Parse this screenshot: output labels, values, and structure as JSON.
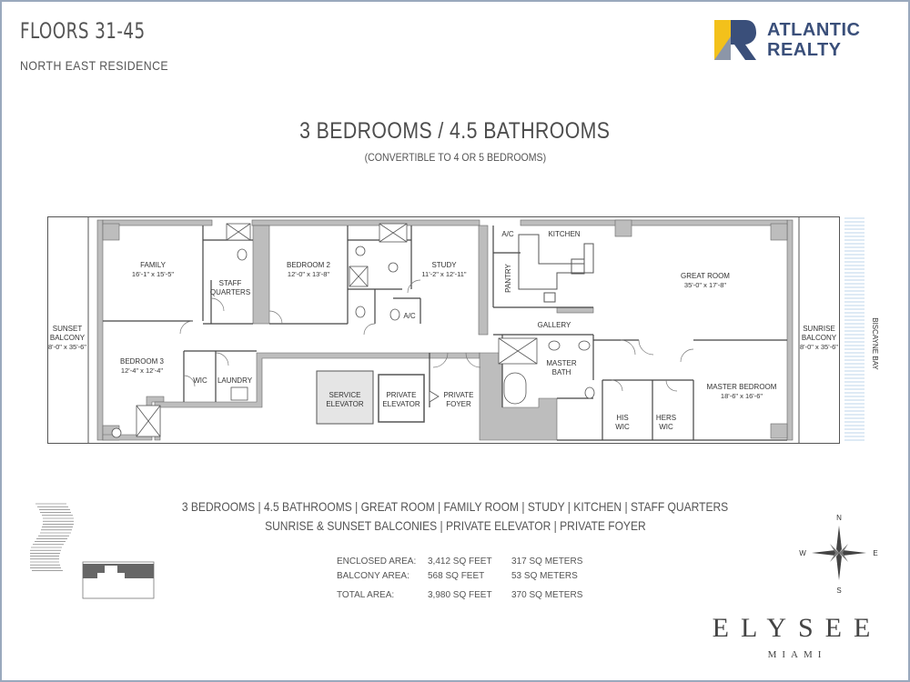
{
  "header": {
    "title": "FLOORS 31-45",
    "subtitle": "NORTH EAST RESIDENCE"
  },
  "logo": {
    "line1": "ATLANTIC",
    "line2": "REALTY",
    "colors": {
      "yellow": "#f3c11b",
      "blue": "#3a4f7a"
    }
  },
  "unit": {
    "title": "3 BEDROOMS / 4.5 BATHROOMS",
    "subtitle": "(CONVERTIBLE TO 4 OR 5 BEDROOMS)"
  },
  "rooms": {
    "family": {
      "name": "FAMILY",
      "size": "16'-1\" x 15'-5\""
    },
    "staff": {
      "name1": "STAFF",
      "name2": "QUARTERS"
    },
    "bedroom2": {
      "name": "BEDROOM 2",
      "size": "12'-0\" x 13'-8\""
    },
    "study": {
      "name": "STUDY",
      "size": "11'-2\" x 12'-11\""
    },
    "ac1": "A/C",
    "ac2": "A/C",
    "pantry": "PANTRY",
    "kitchen": "KITCHEN",
    "great_room": {
      "name": "GREAT ROOM",
      "size": "35'-0\" x 17'-8\""
    },
    "gallery": "GALLERY",
    "sunset": {
      "name1": "SUNSET",
      "name2": "BALCONY",
      "size": "8'-0\" x 35'-6\""
    },
    "sunrise": {
      "name1": "SUNRISE",
      "name2": "BALCONY",
      "size": "8'-0\" x 35'-6\""
    },
    "bedroom3": {
      "name": "BEDROOM 3",
      "size": "12'-4\" x 12'-4\""
    },
    "wic": "WIC",
    "laundry": "LAUNDRY",
    "service_elevator": {
      "name1": "SERVICE",
      "name2": "ELEVATOR"
    },
    "private_elevator": {
      "name1": "PRIVATE",
      "name2": "ELEVATOR"
    },
    "private_foyer": {
      "name1": "PRIVATE",
      "name2": "FOYER"
    },
    "master_bath": {
      "name1": "MASTER",
      "name2": "BATH"
    },
    "his_wic": {
      "name1": "HIS",
      "name2": "WIC"
    },
    "hers_wic": {
      "name1": "HERS",
      "name2": "WIC"
    },
    "master_bedroom": {
      "name": "MASTER BEDROOM",
      "size": "18'-6\" x 16'-6\""
    },
    "bay": "BISCAYNE BAY"
  },
  "features": {
    "line1": "3 BEDROOMS | 4.5 BATHROOMS | GREAT ROOM | FAMILY ROOM | STUDY | KITCHEN | STAFF QUARTERS",
    "line2": "SUNRISE & SUNSET BALCONIES | PRIVATE ELEVATOR | PRIVATE FOYER"
  },
  "areas": [
    {
      "label": "ENCLOSED AREA:",
      "feet": "3,412 SQ FEET",
      "meters": "317 SQ METERS"
    },
    {
      "label": "BALCONY AREA:",
      "feet": "568 SQ FEET",
      "meters": "53 SQ METERS"
    },
    {
      "label": "TOTAL AREA:",
      "feet": "3,980 SQ FEET",
      "meters": "370 SQ METERS"
    }
  ],
  "compass": {
    "n": "N",
    "s": "S",
    "e": "E",
    "w": "W"
  },
  "brand": {
    "name": "ELYSEE",
    "city": "MIAMI"
  }
}
